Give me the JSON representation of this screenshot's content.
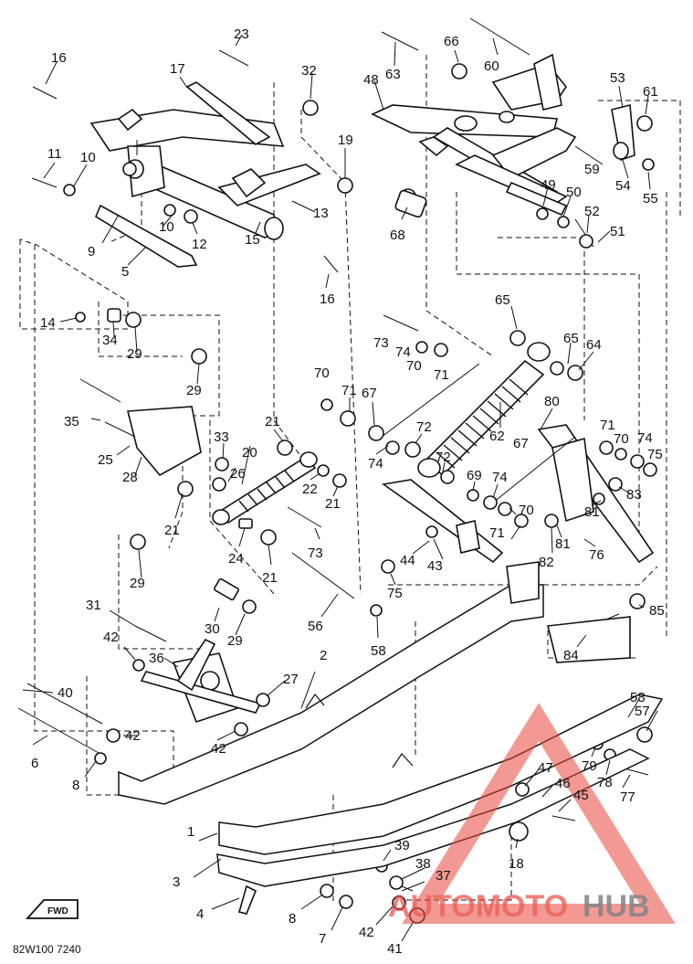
{
  "diagram_code": "82W100 7240",
  "fwd_label": "FWD",
  "watermark": {
    "brand_a": "AUTOMOTO",
    "brand_b": "HUB",
    "color_red": "#e8463c",
    "color_grey": "#6d6f72"
  },
  "callouts": [
    "1",
    "2",
    "3",
    "4",
    "5",
    "6",
    "7",
    "8",
    "8",
    "8",
    "9",
    "10",
    "10",
    "11",
    "12",
    "13",
    "14",
    "15",
    "16",
    "16",
    "17",
    "18",
    "19",
    "20",
    "21",
    "21",
    "21",
    "21",
    "22",
    "23",
    "24",
    "25",
    "26",
    "27",
    "28",
    "29",
    "29",
    "29",
    "29",
    "30",
    "31",
    "33",
    "34",
    "35",
    "36",
    "37",
    "38",
    "39",
    "40",
    "41",
    "42",
    "42",
    "42",
    "42",
    "43",
    "44",
    "45",
    "46",
    "47",
    "48",
    "49",
    "50",
    "51",
    "52",
    "53",
    "54",
    "55",
    "56",
    "57",
    "58",
    "58",
    "59",
    "60",
    "61",
    "62",
    "63",
    "64",
    "65",
    "65",
    "66",
    "67",
    "67",
    "68",
    "69",
    "70",
    "70",
    "70",
    "70",
    "71",
    "71",
    "71",
    "71",
    "72",
    "72",
    "73",
    "73",
    "74",
    "74",
    "74",
    "74",
    "75",
    "75",
    "76",
    "77",
    "78",
    "79",
    "80",
    "81",
    "81",
    "82",
    "83",
    "84",
    "85",
    "32"
  ]
}
